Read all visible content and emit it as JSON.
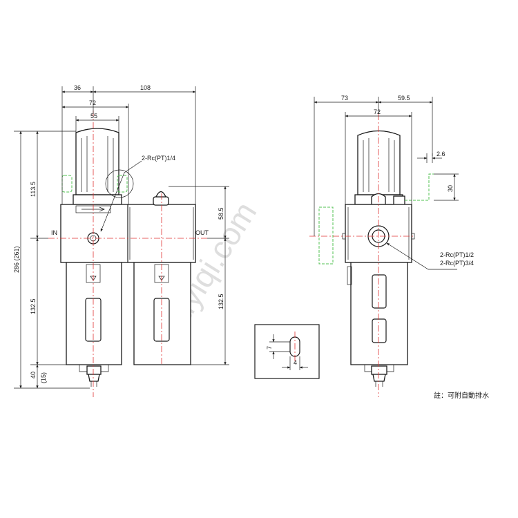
{
  "front_view": {
    "dim_36": "36",
    "dim_108": "108",
    "dim_72": "72",
    "dim_55": "55",
    "dim_113_5": "113.5",
    "dim_286": "286 (261)",
    "dim_132_5_left": "132.5",
    "dim_40": "40",
    "dim_15": "(15)",
    "dim_58_5": "58.5",
    "dim_132_5_right": "132.5",
    "label_in": "IN",
    "label_out": "OUT",
    "callout_gauge_port": "2-Rc(PT)1/4"
  },
  "side_view": {
    "dim_73": "73",
    "dim_59_5": "59.5",
    "dim_72": "72",
    "dim_2_6": "2.6",
    "dim_30": "30",
    "callout_port_1": "2-Rc(PT)1/2",
    "callout_port_2": "2-Rc(PT)3/4"
  },
  "slot_detail": {
    "dim_7": "7",
    "dim_4": "4"
  },
  "note": "註：可附自動排水",
  "watermark": "uyiqi.com",
  "colors": {
    "outline": "#1a1a1a",
    "center_line": "#e03030",
    "ghost_line": "#50c050",
    "watermark": "#b8b8b8"
  }
}
